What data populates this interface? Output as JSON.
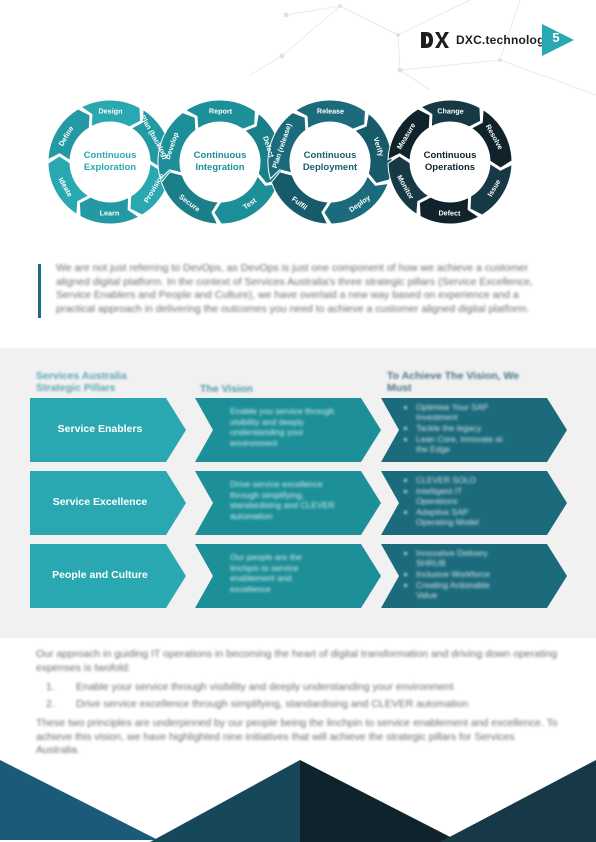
{
  "header": {
    "logo_text": "DXC.technology",
    "page_number": "5"
  },
  "colors": {
    "teal": "#2aa8b1",
    "teal_mid": "#1d8f98",
    "teal_dark": "#1b6b7c",
    "navy": "#173845",
    "ink": "#10232d"
  },
  "cycles": [
    {
      "title": "Continuous Exploration",
      "title_lines": [
        "Continuous",
        "Exploration"
      ],
      "steps": [
        "Design",
        "Plan (backlog)",
        "Provision",
        "Learn",
        "Ideate",
        "Define"
      ]
    },
    {
      "title": "Continuous Integration",
      "title_lines": [
        "Continuous",
        "Integration"
      ],
      "steps": [
        "Report",
        "Defect",
        "Test",
        "Secure",
        "Develop"
      ]
    },
    {
      "title": "Continuous Deployment",
      "title_lines": [
        "Continuous",
        "Deployment"
      ],
      "steps": [
        "Release",
        "Verify",
        "Deploy",
        "Fulfil",
        "Plan (release)"
      ]
    },
    {
      "title": "Continuous Operations",
      "title_lines": [
        "Continuous",
        "Operations"
      ],
      "steps": [
        "Change",
        "Resolve",
        "Issue",
        "Defect",
        "Monitor",
        "Measure"
      ]
    }
  ],
  "intro": {
    "text": "We are not just referring to DevOps, as DevOps is just one component of how we achieve a customer aligned digital platform. In the context of Services Australia's three strategic pillars (Service Excellence, Service Enablers and People and Culture), we have overlaid a new way based on experience and a practical approach in delivering the outcomes you need to achieve a customer aligned digital platform."
  },
  "pillars_table": {
    "col_pillars": "Services Australia Strategic Pillars",
    "col_vision": "The Vision",
    "col_must": "To Achieve The Vision, We Must",
    "rows": [
      {
        "pillar": "Service Enablers",
        "vision": "Enable you service through visibility and deeply understanding your environment",
        "must": [
          "Optimise Your SAP Investment",
          "Tackle the legacy",
          "Lean Core, Innovate at the Edge"
        ]
      },
      {
        "pillar": "Service Excellence",
        "vision": "Drive service excellence through simplifying, standardising and CLEVER automation",
        "must": [
          "CLEVER SOLO",
          "Intelligent IT Operations",
          "Adaptive SAP Operating Model"
        ]
      },
      {
        "pillar": "People and Culture",
        "vision": "Our people are the linchpin to service enablement and excellence",
        "must": [
          "Innovative Delivery SHRUB",
          "Inclusive Workforce",
          "Creating Actionable Value"
        ]
      }
    ]
  },
  "outro": {
    "lead": "Our approach in guiding IT operations in becoming the heart of digital transformation and driving down operating expenses is twofold:",
    "items": [
      {
        "num": "1.",
        "text": "Enable your service through visibility and deeply understanding your environment"
      },
      {
        "num": "2.",
        "text": "Drive service excellence through simplifying, standardising and CLEVER automation"
      }
    ],
    "closing": "These two principles are underpinned by our people being the linchpin to service enablement and excellence. To achieve this vision, we have highlighted nine initiatives that will achieve the strategic pillars for Services Australia."
  }
}
